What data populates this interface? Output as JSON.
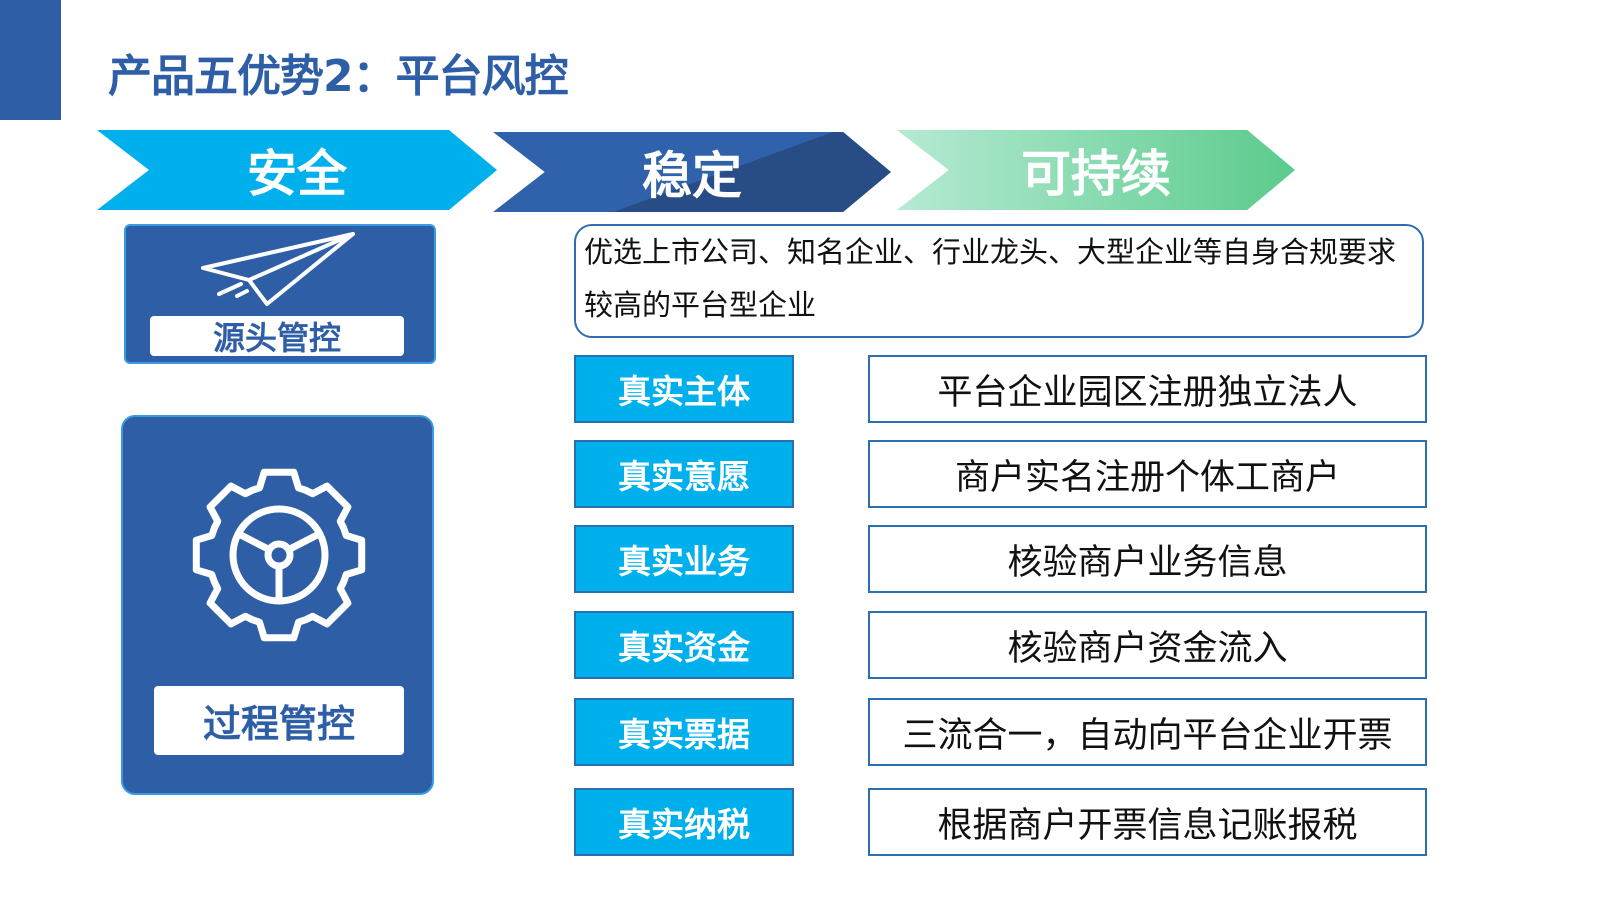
{
  "title": "产品五优势2：平台风控",
  "chevrons": [
    "安全",
    "稳定",
    "可持续"
  ],
  "cards": {
    "source": "源头管控",
    "process": "过程管控"
  },
  "intro": "优选上市公司、知名企业、行业龙头、大型企业等自身合规要求较高的平台型企业",
  "rows": [
    {
      "label": "真实主体",
      "value": "平台企业园区注册独立法人"
    },
    {
      "label": "真实意愿",
      "value": "商户实名注册个体工商户"
    },
    {
      "label": "真实业务",
      "value": "核验商户业务信息"
    },
    {
      "label": "真实资金",
      "value": "核验商户资金流入"
    },
    {
      "label": "真实票据",
      "value": "三流合一，自动向平台企业开票"
    },
    {
      "label": "真实纳税",
      "value": "根据商户开票信息记账报税"
    }
  ]
}
